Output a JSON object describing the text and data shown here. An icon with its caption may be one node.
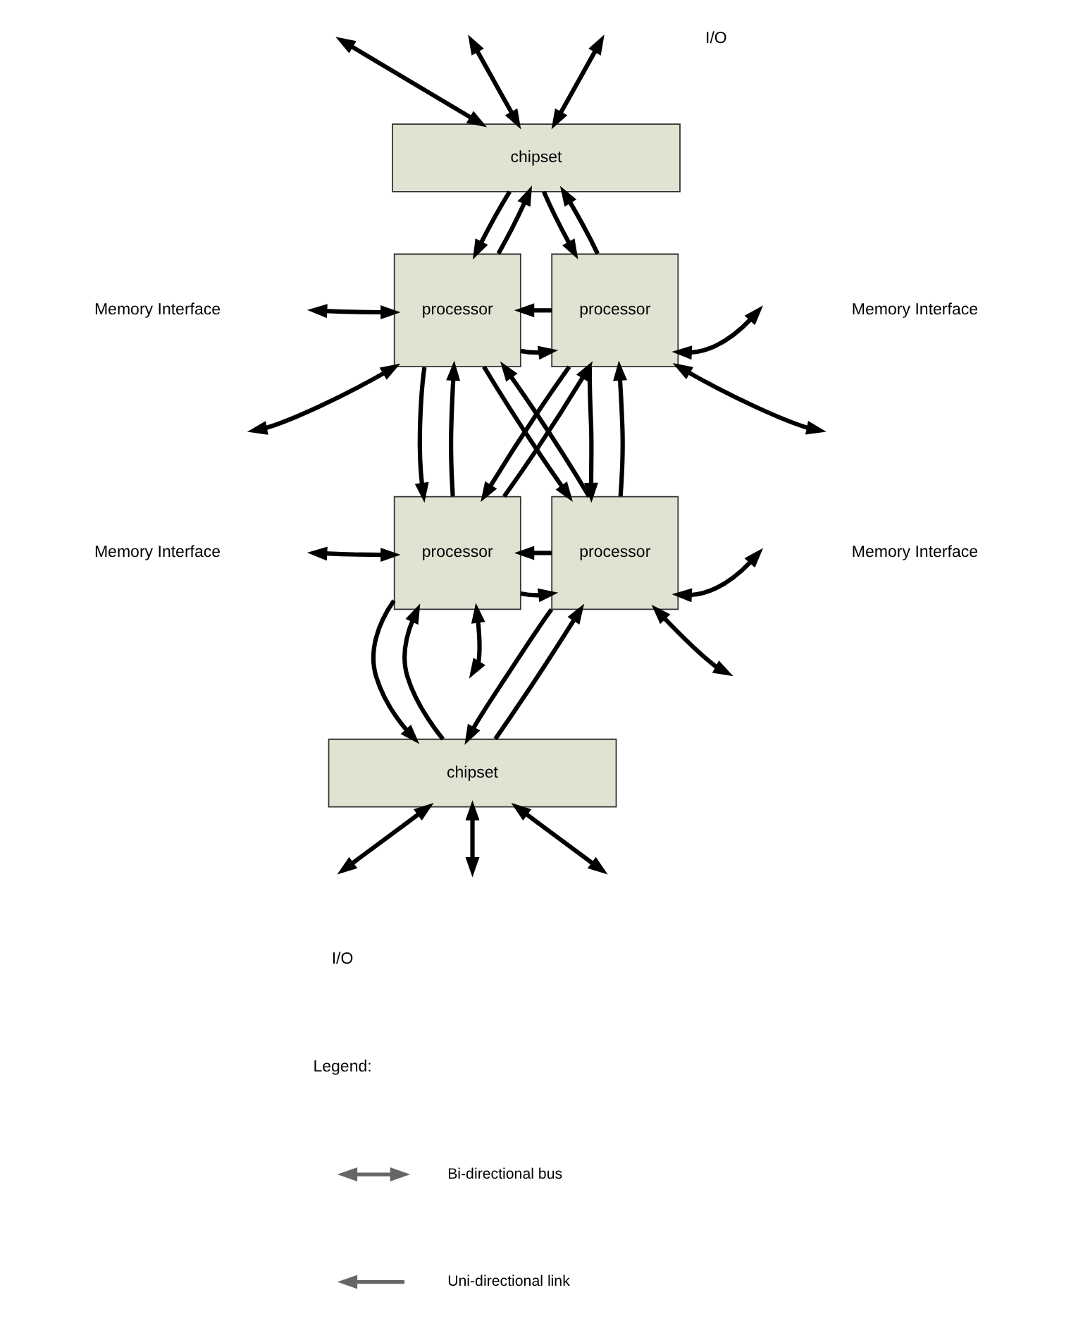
{
  "diagram": {
    "nodes": [
      {
        "text": [
          "chipset"
        ]
      },
      {
        "text": [
          "processor"
        ]
      },
      {
        "text": [
          "processor"
        ]
      },
      {
        "text": [
          "processor"
        ]
      },
      {
        "text": [
          "processor"
        ]
      },
      {
        "text": [
          "chipset"
        ]
      }
    ],
    "edges": [
      {
        "from": null,
        "to": 0,
        "arrow": "both"
      },
      {
        "from": null,
        "to": 0,
        "arrow": "both"
      },
      {
        "from": null,
        "to": 0,
        "arrow": "both"
      },
      {
        "from": 0,
        "to": 1,
        "arrow": "to"
      },
      {
        "from": 1,
        "to": 0,
        "arrow": "to"
      },
      {
        "from": 0,
        "to": 2,
        "arrow": "to"
      },
      {
        "from": 2,
        "to": 0,
        "arrow": "to"
      },
      {
        "from": null,
        "to": 1,
        "arrow": "both"
      },
      {
        "from": null,
        "to": 1,
        "arrow": "both"
      },
      {
        "from": 2,
        "to": null,
        "arrow": "both"
      },
      {
        "from": 2,
        "to": null,
        "arrow": "both"
      },
      {
        "from": 1,
        "to": 2,
        "arrow": "to"
      },
      {
        "from": 2,
        "to": 1,
        "arrow": "to"
      },
      {
        "from": 1,
        "to": 3,
        "arrow": "to"
      },
      {
        "from": 3,
        "to": 1,
        "arrow": "to"
      },
      {
        "from": 1,
        "to": 4,
        "arrow": "to"
      },
      {
        "from": 4,
        "to": 1,
        "arrow": "to"
      },
      {
        "from": 3,
        "to": 2,
        "arrow": "to"
      },
      {
        "from": 2,
        "to": 3,
        "arrow": "to"
      },
      {
        "from": 2,
        "to": 4,
        "arrow": "to"
      },
      {
        "from": 4,
        "to": 2,
        "arrow": "to"
      },
      {
        "from": null,
        "to": 3,
        "arrow": "both"
      },
      {
        "from": null,
        "to": 3,
        "arrow": "both"
      },
      {
        "from": 4,
        "to": null,
        "arrow": "both"
      },
      {
        "from": 4,
        "to": null,
        "arrow": "both"
      },
      {
        "from": 3,
        "to": 4,
        "arrow": "to"
      },
      {
        "from": 4,
        "to": 3,
        "arrow": "to"
      },
      {
        "from": 3,
        "to": 5,
        "arrow": "to"
      },
      {
        "from": 5,
        "to": 3,
        "arrow": "to"
      },
      {
        "from": 4,
        "to": 5,
        "arrow": "to"
      },
      {
        "from": 5,
        "to": 4,
        "arrow": "to"
      },
      {
        "from": 5,
        "to": null,
        "arrow": "both"
      },
      {
        "from": 5,
        "to": null,
        "arrow": "both"
      },
      {
        "from": 5,
        "to": null,
        "arrow": "both"
      }
    ],
    "labels": [
      "I/O",
      "Memory Interface",
      "Memory Interface",
      "Memory Interface",
      "Memory Interface",
      "I/O",
      "Legend:"
    ],
    "legend": [
      {
        "text": "Bi-directional bus"
      },
      {
        "text": "Uni-directional link"
      }
    ]
  }
}
